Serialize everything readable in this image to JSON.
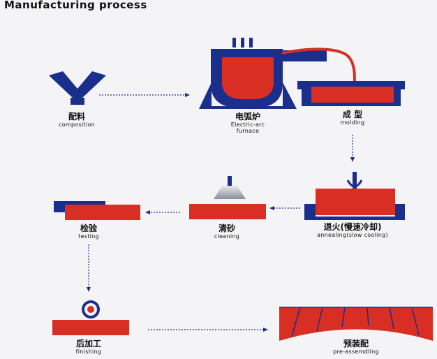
{
  "title": "Manufacturing process",
  "colors": {
    "blue": "#1a2e8c",
    "red": "#d82e24",
    "background": "#f4f4f6"
  },
  "steps": [
    {
      "id": "composition",
      "cn": "配料",
      "en": [
        "composition"
      ]
    },
    {
      "id": "furnace",
      "cn": "电弧炉",
      "en": [
        "Electric-arc",
        "furnace"
      ]
    },
    {
      "id": "molding",
      "cn": "成 型",
      "en": [
        "molding"
      ]
    },
    {
      "id": "annealing",
      "cn": "退火(慢速冷却)",
      "en": [
        "annealing(slow cooling)"
      ]
    },
    {
      "id": "cleaning",
      "cn": "清砂",
      "en": [
        "cleaning"
      ]
    },
    {
      "id": "testing",
      "cn": "检验",
      "en": [
        "testing"
      ]
    },
    {
      "id": "finishing",
      "cn": "后加工",
      "en": [
        "finishing"
      ]
    },
    {
      "id": "preassembling",
      "cn": "预装配",
      "en": [
        "pre-assemdling"
      ]
    }
  ]
}
